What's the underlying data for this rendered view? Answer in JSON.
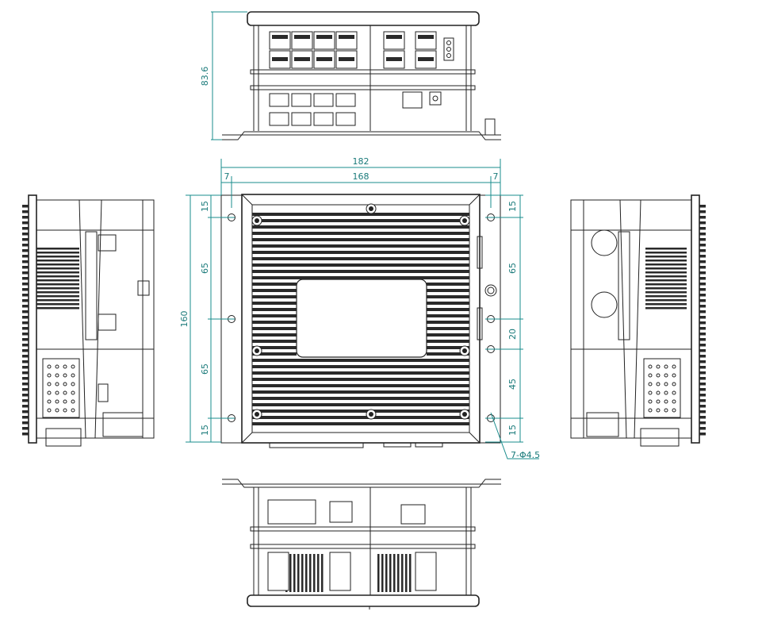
{
  "dimensions": {
    "height_top": "83.6",
    "overall_width": "182",
    "hole_pitch_width": "168",
    "left_margin": "7",
    "right_margin": "7",
    "overall_height": "160",
    "left": [
      "15",
      "65",
      "65",
      "15"
    ],
    "right": [
      "15",
      "65",
      "20",
      "45",
      "15"
    ],
    "holes_note": "7-Φ4.5"
  },
  "colors": {
    "dimension": "#1a8c8c",
    "line": "#222222"
  }
}
